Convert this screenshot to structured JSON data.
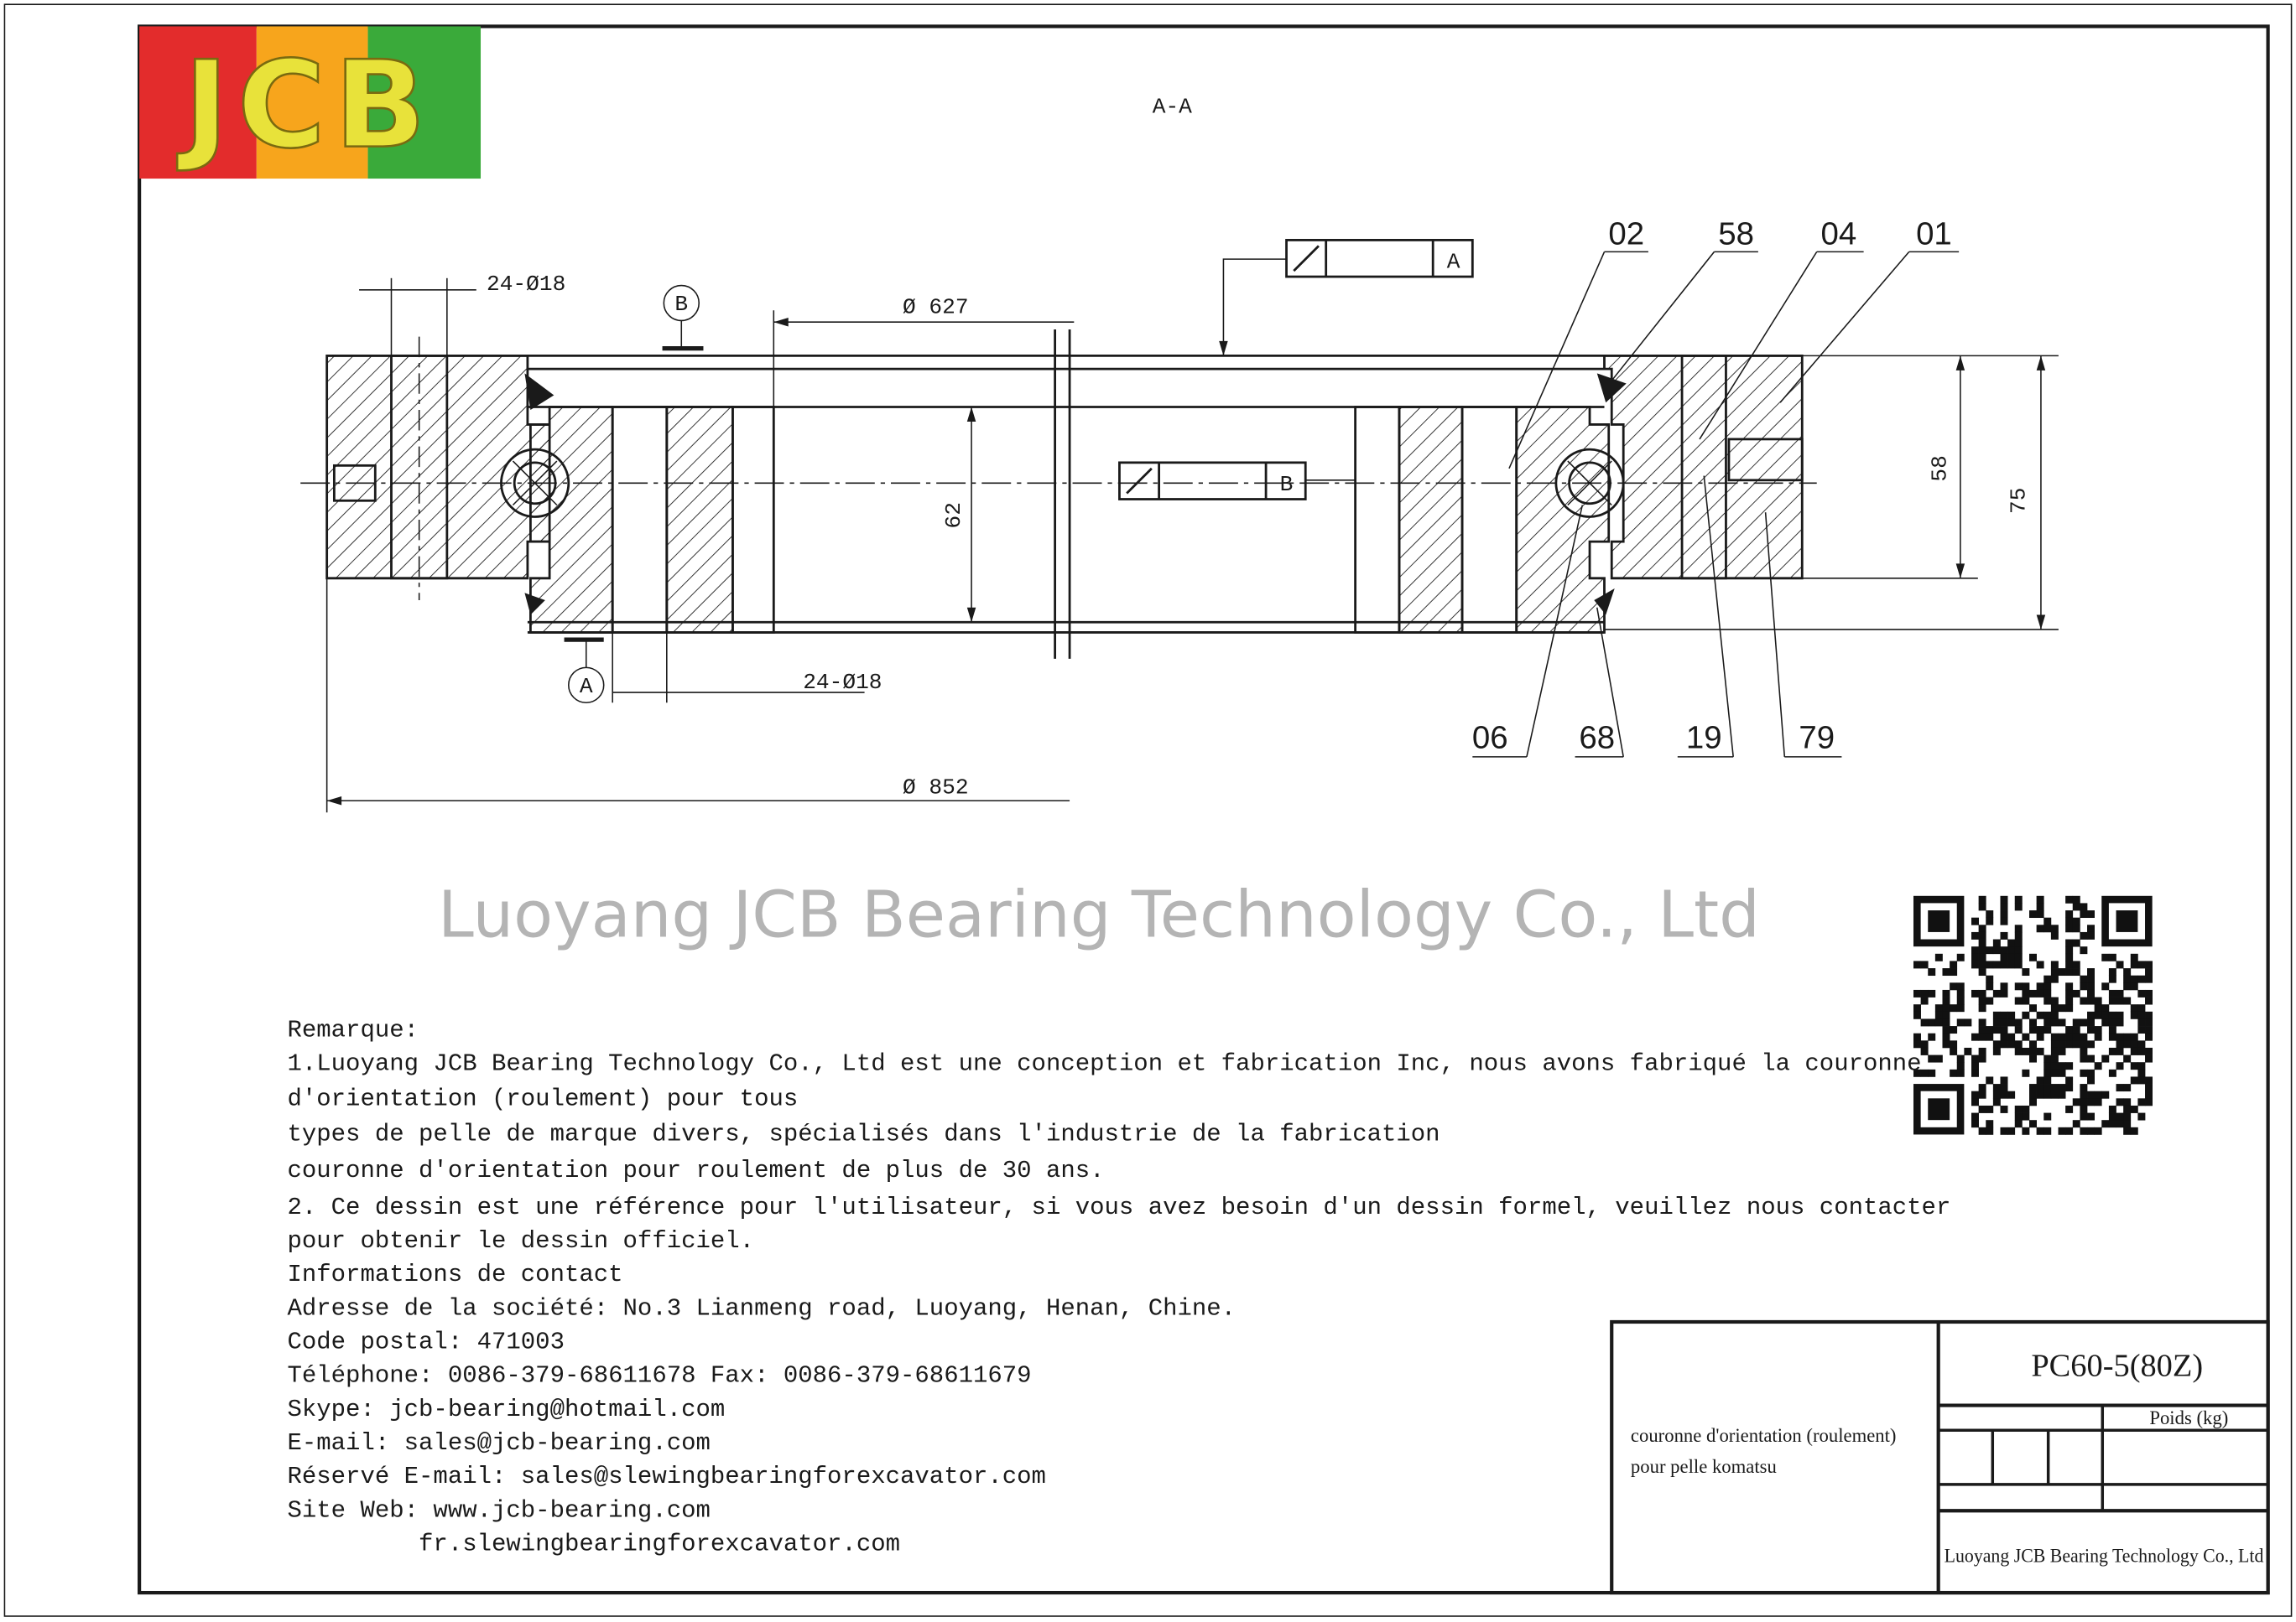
{
  "logo": {
    "text": "JCB",
    "colors": [
      "#e32c2c",
      "#f7a51c",
      "#3aaa3a"
    ],
    "letter_color": "#e8e23a"
  },
  "drawing": {
    "section_label": "A-A",
    "dimensions": {
      "holes_outer": "24-Ø18",
      "holes_inner": "24-Ø18",
      "inner_diameter": "Ø 627",
      "outer_diameter": "Ø 852",
      "height_inner": "62",
      "height_58": "58",
      "height_75": "75"
    },
    "datums": {
      "a": "A",
      "b": "B"
    },
    "feature_frames": [
      {
        "datum": "A"
      },
      {
        "datum": "B"
      }
    ],
    "part_labels_top": [
      "02",
      "58",
      "04",
      "01"
    ],
    "part_labels_bottom": [
      "06",
      "68",
      "19",
      "79"
    ]
  },
  "watermark": "Luoyang JCB Bearing Technology Co., Ltd",
  "notes": {
    "lines": [
      "Remarque:",
      "1.Luoyang JCB Bearing Technology Co., Ltd est une conception et fabrication Inc, nous avons fabriqué la couronne",
      "d'orientation (roulement) pour tous",
      "types de pelle de marque divers, spécialisés dans l'industrie de la fabrication",
      "couronne d'orientation pour roulement de plus de 30 ans.",
      "2. Ce dessin est une référence pour l'utilisateur, si vous avez besoin d'un dessin formel, veuillez nous contacter",
      "pour obtenir le dessin officiel.",
      "Informations de contact",
      "Adresse de la société: No.3 Lianmeng road, Luoyang, Henan, Chine.",
      "Code postal: 471003",
      "Téléphone: 0086-379-68611678 Fax: 0086-379-68611679",
      "Skype: jcb-bearing@hotmail.com",
      "E-mail: sales@jcb-bearing.com",
      "Réservé E-mail: sales@slewingbearingforexcavator.com",
      "Site Web: www.jcb-bearing.com",
      "         fr.slewingbearingforexcavator.com"
    ]
  },
  "title_block": {
    "description_line1": "couronne d'orientation (roulement)",
    "description_line2": "pour pelle komatsu",
    "model": "PC60-5(80Z)",
    "weight_label": "Poids (kg)",
    "company": "Luoyang JCB Bearing Technology Co., Ltd"
  }
}
